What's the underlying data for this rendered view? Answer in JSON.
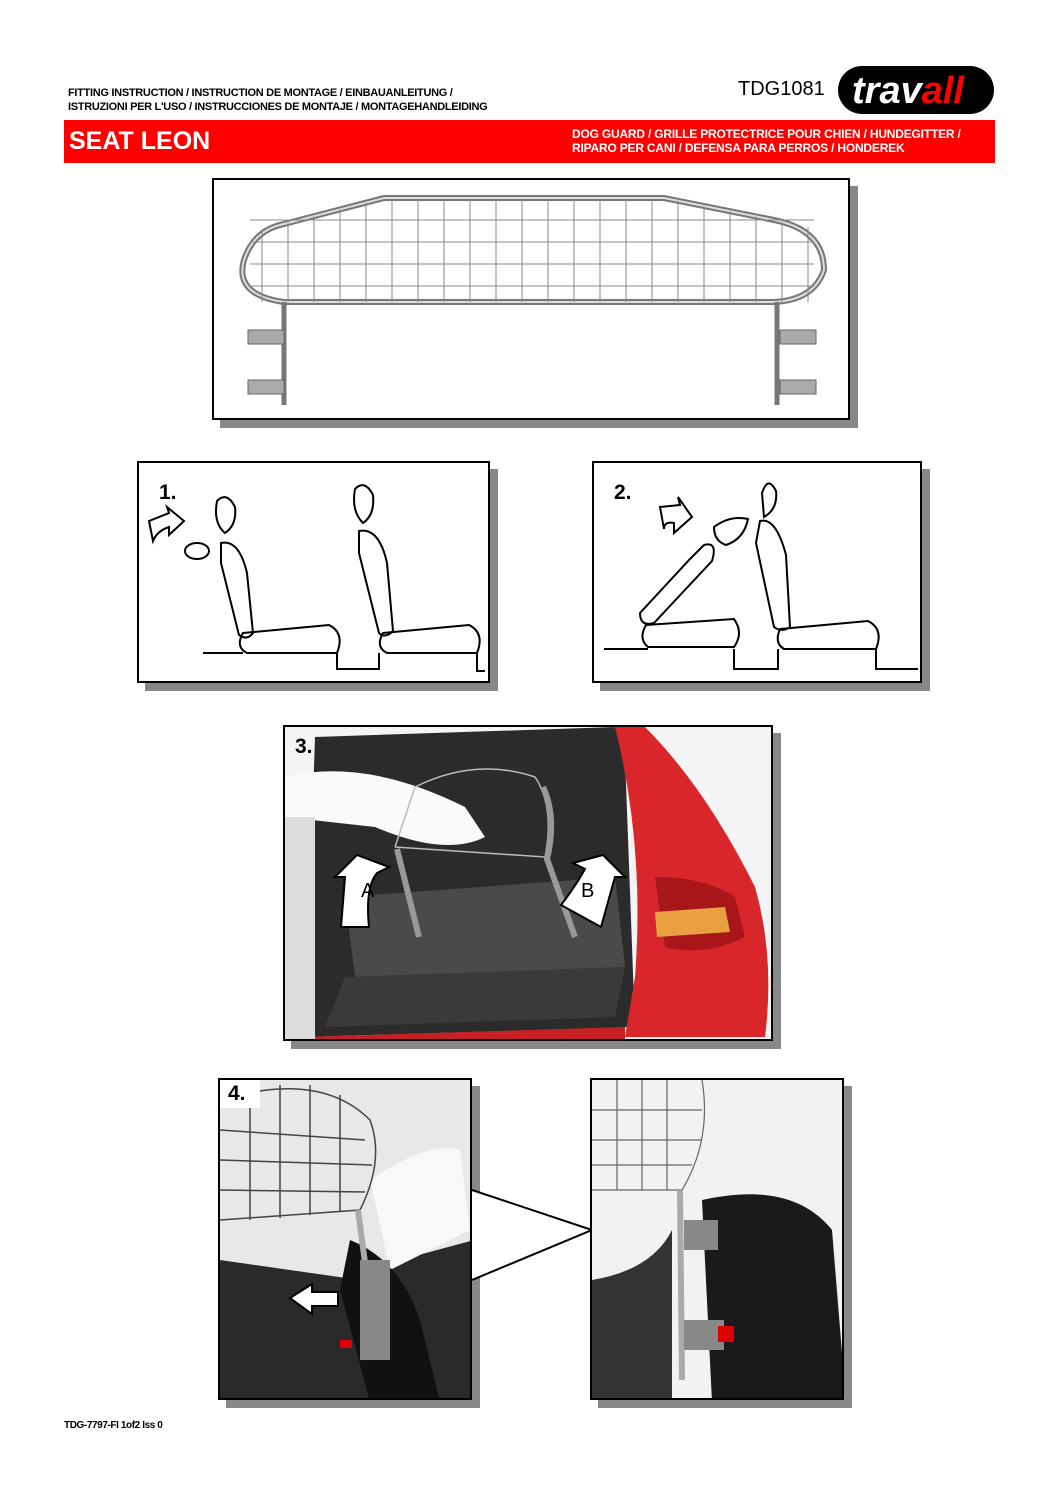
{
  "header": {
    "line1": "FITTING INSTRUCTION / INSTRUCTION DE MONTAGE / EINBAUANLEITUNG /",
    "line2": "ISTRUZIONI PER L'USO / INSTRUCCIONES DE MONTAJE / MONTAGEHANDLEIDING",
    "product_code": "TDG1081",
    "logo": {
      "text_white": "trav",
      "text_red": "all"
    }
  },
  "banner": {
    "model": "SEAT LEON",
    "product_line1": "DOG GUARD / GRILLE PROTECTRICE POUR CHIEN / HUNDEGITTER /",
    "product_line2": "RIPARO PER CANI / DEFENSA PARA PERROS / HONDEREK"
  },
  "steps": [
    {
      "label": "1."
    },
    {
      "label": "2."
    },
    {
      "label": "3.",
      "arrow_a": "A",
      "arrow_b": "B"
    },
    {
      "label": "4."
    }
  ],
  "footer": {
    "doc_ref": "TDG-7797-FI 1of2 Iss 0"
  },
  "colors": {
    "brand_red": "#ff0000",
    "car_red": "#d8262a"
  }
}
